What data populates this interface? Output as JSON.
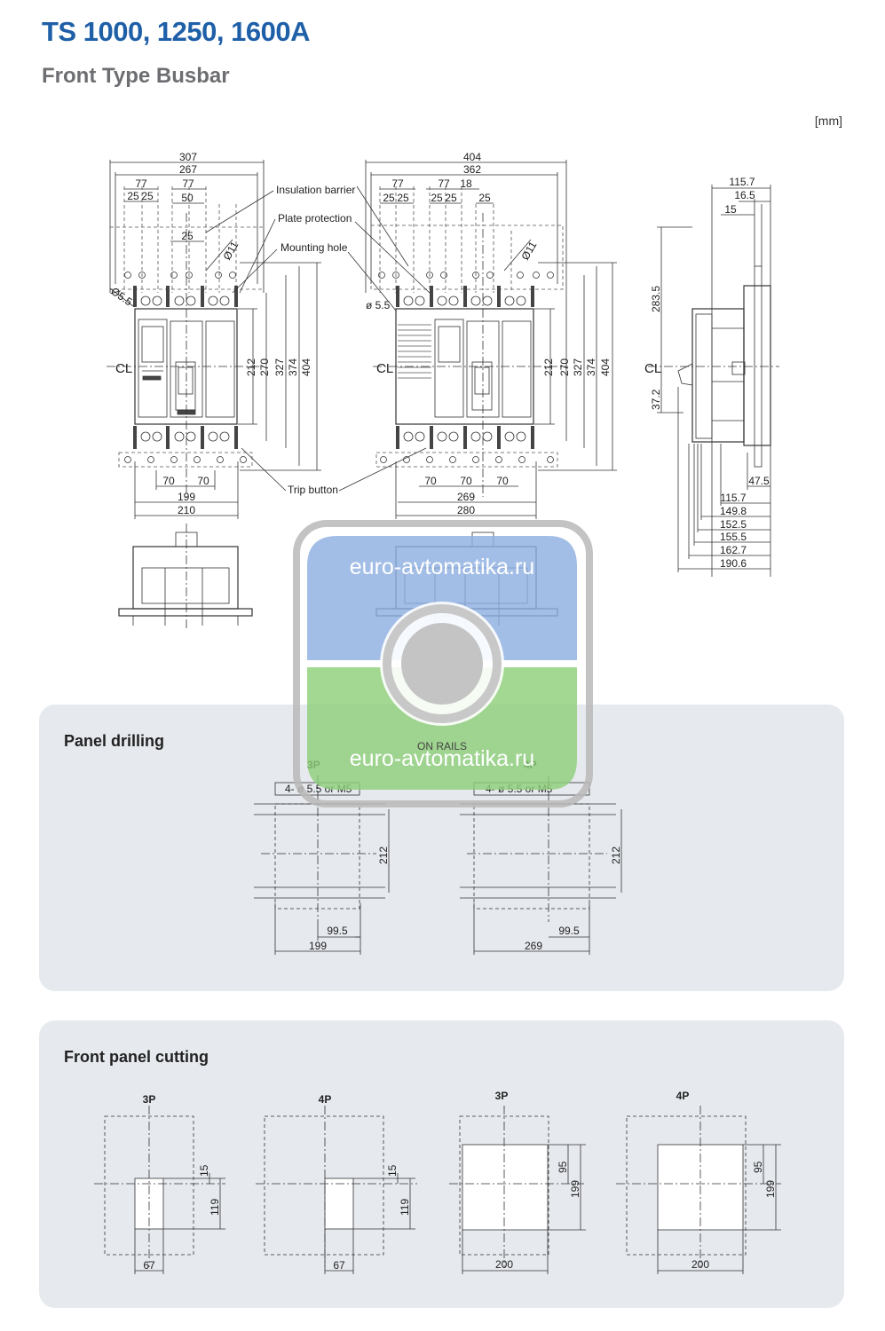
{
  "header": {
    "title": "TS 1000, 1250, 1600A",
    "subtitle": "Front Type Busbar",
    "unit": "[mm]"
  },
  "callouts": {
    "insulation_barrier": "Insulation barrier",
    "plate_protection": "Plate protection",
    "mounting_hole": "Mounting hole",
    "trip_button": "Trip button"
  },
  "front_3p": {
    "top_dims": [
      "307",
      "267",
      "77",
      "77",
      "25",
      "25",
      "50",
      "25"
    ],
    "hole_labels": [
      "Ø11",
      "Ø5.5"
    ],
    "right_dims": [
      "212",
      "270",
      "327",
      "374",
      "404"
    ],
    "bottom_dims": [
      "70",
      "70",
      "199",
      "210"
    ],
    "centerline": "CL"
  },
  "front_4p": {
    "top_dims": [
      "404",
      "362",
      "77",
      "77",
      "18",
      "25",
      "25",
      "25",
      "25",
      "25"
    ],
    "hole_labels": [
      "Ø11",
      "ø 5.5"
    ],
    "right_dims": [
      "212",
      "270",
      "327",
      "374",
      "404"
    ],
    "bottom_dims": [
      "70",
      "70",
      "70",
      "269",
      "280"
    ],
    "centerline": "CL"
  },
  "side_view": {
    "top_dims": [
      "115.7",
      "16.5",
      "15"
    ],
    "left_dims": [
      "283.5",
      "37.2"
    ],
    "bottom_dims": [
      "47.5",
      "115.7",
      "149.8",
      "152.5",
      "155.5",
      "162.7",
      "190.6"
    ],
    "centerline": "CL"
  },
  "panel_drilling": {
    "title": "Panel drilling",
    "p3": {
      "label": "3P",
      "hole": "4- ø 5.5 or M5",
      "height": "212",
      "offset": "99.5",
      "width": "199"
    },
    "p4": {
      "label": "4P",
      "hole": "4- ø 5.5 or M5",
      "height": "212",
      "offset": "99.5",
      "width": "269"
    }
  },
  "front_panel_cutting": {
    "title": "Front panel cutting",
    "cuts": [
      {
        "label": "3P",
        "top": "15",
        "height": "119",
        "width": "67"
      },
      {
        "label": "4P",
        "top": "15",
        "height": "119",
        "width": "67"
      },
      {
        "label": "3P",
        "top": "95",
        "height": "199",
        "width": "200"
      },
      {
        "label": "4P",
        "top": "95",
        "height": "199",
        "width": "200"
      }
    ]
  },
  "watermark": {
    "text_top": "euro-avtomatika.ru",
    "text_bottom": "euro-avtomatika.ru",
    "rails": "ON RAILS",
    "colors": {
      "blue": "#8fb0e0",
      "green": "#8ed07a",
      "ring": "#b8b8b8"
    }
  }
}
